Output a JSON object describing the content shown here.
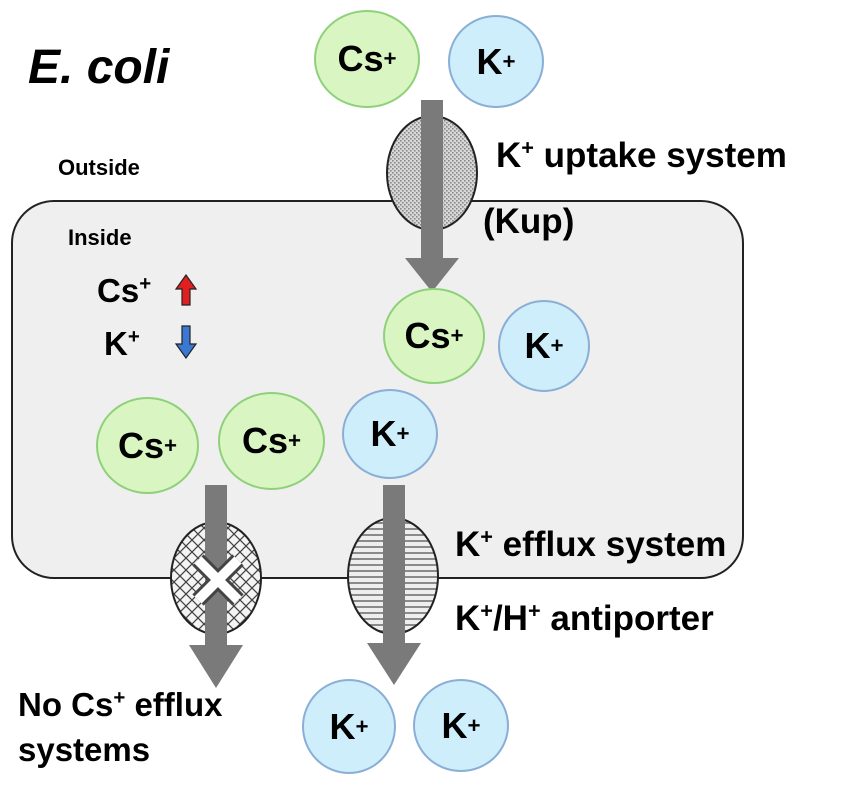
{
  "title": "E. coli",
  "outside_label": "Outside",
  "inside_label": "Inside",
  "legend": [
    {
      "ion": "Cs",
      "charge": "+",
      "direction": "up",
      "color": "#e02020"
    },
    {
      "ion": "K",
      "charge": "+",
      "direction": "down",
      "color": "#3a78d4"
    }
  ],
  "transporters": {
    "uptake": {
      "line1_ion": "K",
      "line1_charge": "+",
      "line1_text": " uptake system",
      "line2": "(Kup)"
    },
    "efflux": {
      "line1_ion": "K",
      "line1_charge": "+",
      "line1_text": " efflux system",
      "line2_a": "K",
      "line2_charge_a": "+",
      "line2_slash": "/H",
      "line2_charge_b": "+",
      "line2_text": " antiporter"
    },
    "no_cs": {
      "line1_pre": "No Cs",
      "line1_charge": "+",
      "line1_text": " efflux",
      "line2": "systems"
    }
  },
  "ions": {
    "cs": {
      "symbol": "Cs",
      "charge": "+",
      "color": "#d9f5c2"
    },
    "k": {
      "symbol": "K",
      "charge": "+",
      "color": "#cdeefa"
    }
  },
  "colors": {
    "cell": "#efefef",
    "arrow": "#7a7a7a",
    "cross": "#ffffff"
  }
}
